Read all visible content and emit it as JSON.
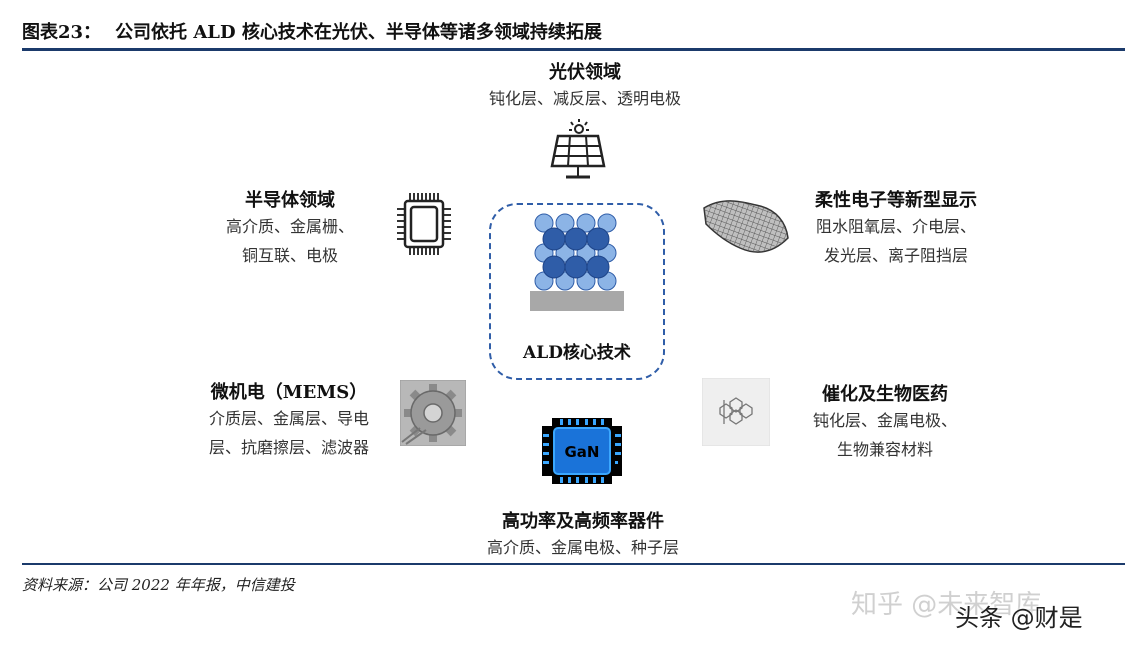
{
  "header": {
    "figure_no": "图表23：",
    "title": "公司依托 ALD 核心技术在光伏、半导体等诸多领域持续拓展"
  },
  "center": {
    "label": "ALD核心技术"
  },
  "domains": {
    "pv": {
      "title": "光伏领域",
      "lines": [
        "钝化层、减反层、透明电极"
      ]
    },
    "semi": {
      "title": "半导体领域",
      "lines": [
        "高介质、金属栅、",
        "铜互联、电极"
      ]
    },
    "flex": {
      "title": "柔性电子等新型显示",
      "lines": [
        "阻水阻氧层、介电层、",
        "发光层、离子阻挡层"
      ]
    },
    "mems": {
      "title": "微机电（MEMS）",
      "lines": [
        "介质层、金属层、导电",
        "层、抗磨擦层、滤波器"
      ]
    },
    "catalysis": {
      "title": "催化及生物医药",
      "lines": [
        "钝化层、金属电极、",
        "生物兼容材料"
      ]
    },
    "power": {
      "title": "高功率及高频率器件",
      "lines": [
        "高介质、金属电极、种子层"
      ]
    }
  },
  "gan_chip": {
    "label": "GaN"
  },
  "source": "资料来源：公司 2022 年年报，中信建投",
  "watermark": {
    "zhihu": "知乎 @未来智库",
    "toutiao": "头条 @财是"
  },
  "colors": {
    "rule": "#1b3a6b",
    "atom_blue": "#2f5da8",
    "atom_light": "#8cb4e6",
    "chip_blue": "#1a73d9"
  }
}
